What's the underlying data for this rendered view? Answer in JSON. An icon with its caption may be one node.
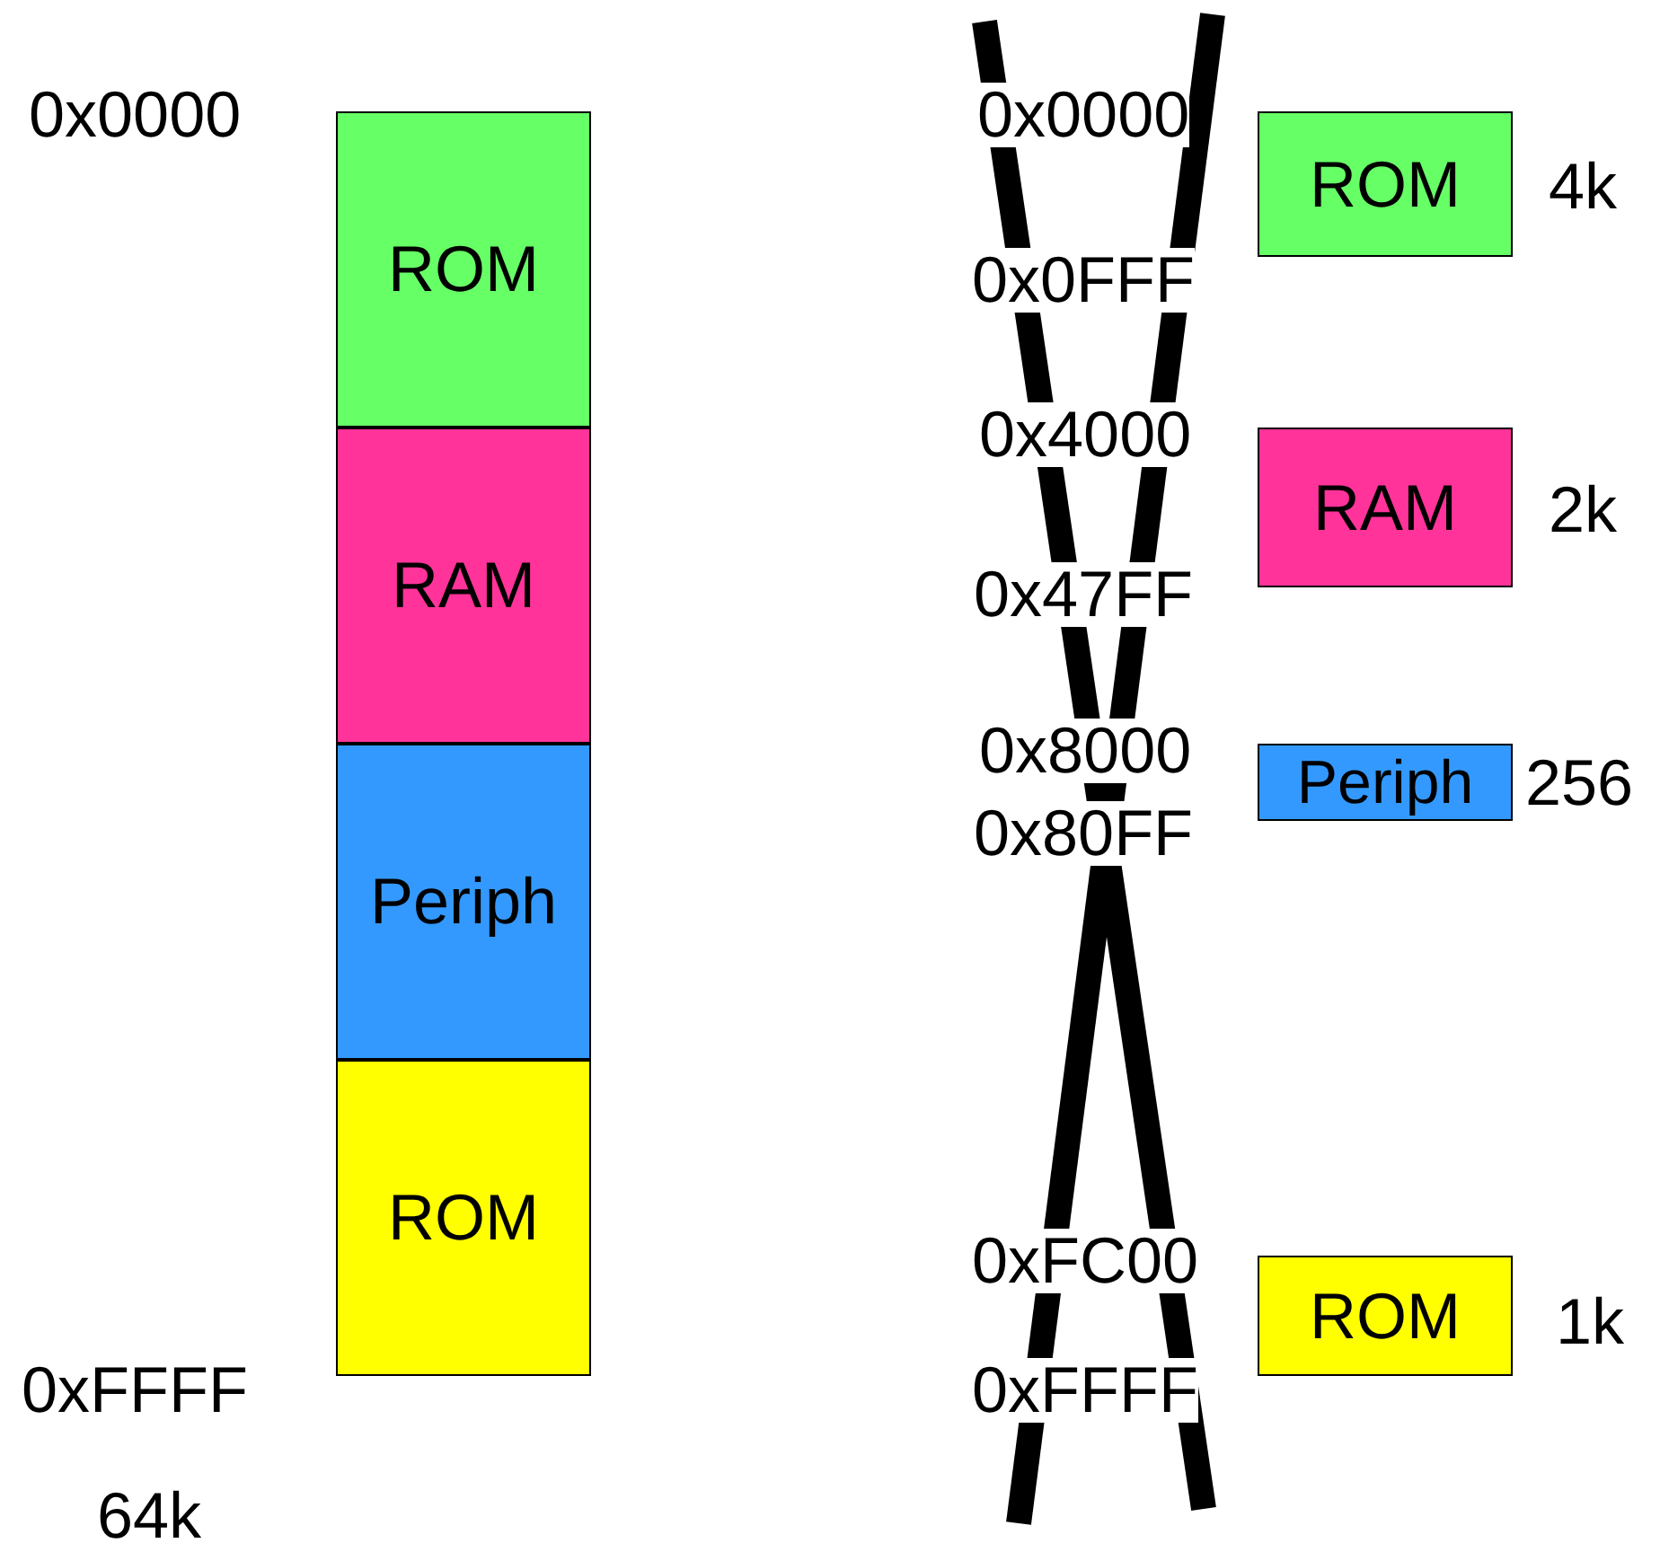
{
  "diagram": {
    "nodes": [
      {
        "text": [
          "ROM"
        ]
      },
      {
        "text": [
          "RAM"
        ]
      },
      {
        "text": [
          "Periph"
        ]
      },
      {
        "text": [
          "ROM"
        ]
      },
      {
        "text": [
          "ROM"
        ],
        "beside": [
          "4k"
        ]
      },
      {
        "text": [
          "RAM"
        ],
        "beside": [
          "2k"
        ]
      },
      {
        "text": [
          "Periph"
        ],
        "beside": [
          "256"
        ]
      },
      {
        "text": [
          "ROM"
        ],
        "beside": [
          "1k"
        ]
      }
    ],
    "labels": [
      "0x0000",
      "0xFFFF",
      "64k",
      "0x0000",
      "0x0FFF",
      "0x4000",
      "0x47FF",
      "0x8000",
      "0x80FF",
      "0xFC00",
      "0xFFFF"
    ]
  }
}
